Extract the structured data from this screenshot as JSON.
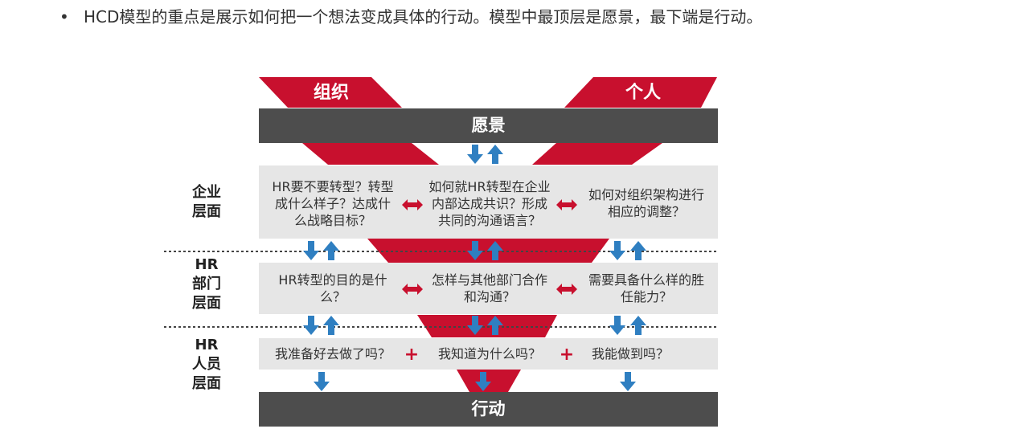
{
  "heading": {
    "bullet": "•",
    "text": "HCD模型的重点是展示如何把一个想法变成具体的行动。模型中最顶层是愿景，最下端是行动。"
  },
  "diagram": {
    "top_left_label": "组织",
    "top_right_label": "个人",
    "vision_label": "愿景",
    "action_label": "行动",
    "levels": {
      "enterprise": "企业\n层面",
      "hr_dept": "HR\n部门\n层面",
      "hr_staff": "HR\n人员\n层面"
    },
    "rows": {
      "enterprise": {
        "left": "HR要不要转型？转型\n成什么样子？达成什\n么战略目标？",
        "center": "如何就HR转型在企业\n内部达成共识？形成\n共同的沟通语言？",
        "right": "如何对组织架构进行\n相应的调整？"
      },
      "hr_dept": {
        "left": "HR转型的目的是什\n么？",
        "center": "怎样与其他部门合作\n和沟通？",
        "right": "需要具备什么样的胜\n任能力？"
      },
      "hr_staff": {
        "left": "我准备好去做了吗？",
        "center": "我知道为什么吗？",
        "right": "我能做到吗？",
        "plus": "+"
      }
    },
    "colors": {
      "red": "#c8102e",
      "dark_bar": "#4d4d4d",
      "row_gray": "#e6e6e6",
      "arrow_blue": "#2f7fc1"
    },
    "icons": [
      "double-headed-arrow-icon",
      "arrow-up-icon",
      "arrow-down-icon"
    ]
  }
}
